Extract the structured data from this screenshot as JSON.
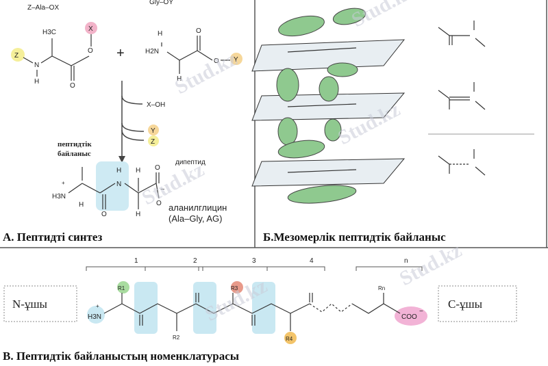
{
  "panelA": {
    "reactant1": "Z–Ala–OX",
    "reactant2": "Gly–OY",
    "plus": "+",
    "group_x": "X",
    "group_z": "Z",
    "group_y": "Y",
    "ch3": "H3C",
    "nh": "N",
    "h": "H",
    "o": "O",
    "h2n": "H2N",
    "x_oh": "X–OH",
    "bond_label_line1": "пептидтік",
    "bond_label_line2": "байланыс",
    "dipeptide": "дипептид",
    "product_name": "аланилглицин",
    "product_abbr": "(Ala–Gly, AG)",
    "h3n": "H3N",
    "plus_charge": "+",
    "minus_charge": "−",
    "caption": "А. Пептидті синтез"
  },
  "panelB": {
    "caption": "Б.Мезомерлік пептидтік байланыс"
  },
  "panelC": {
    "bracket_labels": [
      "1",
      "2",
      "3",
      "4",
      "n"
    ],
    "n_end": "N-ұшы",
    "c_end": "С-ұшы",
    "r_groups": [
      "R1",
      "R2",
      "R3",
      "R4",
      "Rn"
    ],
    "coo": "COO",
    "caption": "В. Пептидтік байланыстың номенклатурасы"
  },
  "watermark": "Stud.kz",
  "colors": {
    "x_group": "#f2b3c9",
    "z_group": "#f5ef9a",
    "y_group": "#f6d79a",
    "peptide_highlight": "#c9e8f2",
    "orbital_fill": "#8fc98f",
    "plane_fill": "#e8eef2",
    "r1": "#a9dca0",
    "r3": "#e89a8a",
    "r4": "#f3c46a",
    "coo_end": "#f2b3d6"
  }
}
